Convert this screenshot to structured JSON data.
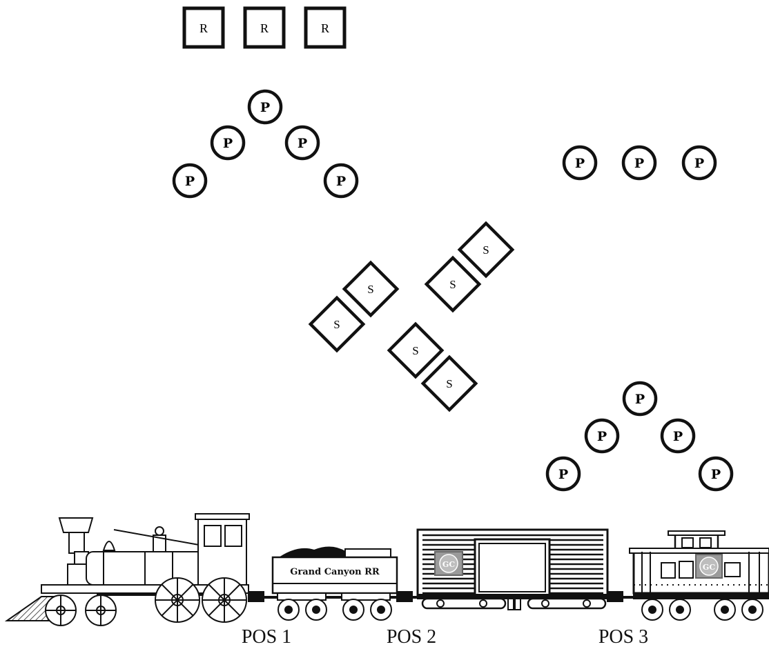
{
  "markers": {
    "r_label": "R",
    "p_label": "P",
    "s_label": "S"
  },
  "train": {
    "tender_text": "Grand Canyon RR",
    "logo_text": "GC",
    "positions": [
      "POS 1",
      "POS 2",
      "POS 3"
    ]
  },
  "colors": {
    "ink": "#111111",
    "background": "#ffffff",
    "logo_fill": "#9a9a9a"
  }
}
